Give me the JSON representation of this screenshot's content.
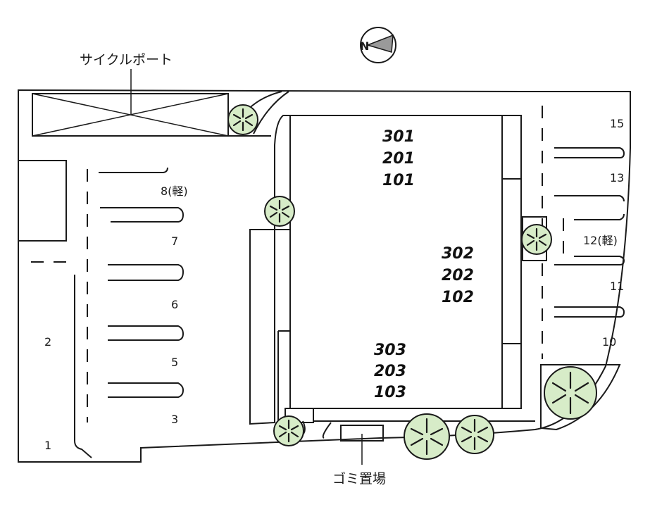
{
  "labels": {
    "cycle_port": "サイクルポート",
    "garbage_area": "ゴミ置場",
    "compass": "N"
  },
  "units": {
    "block_1": [
      "301",
      "201",
      "101"
    ],
    "block_2": [
      "302",
      "202",
      "102"
    ],
    "block_3": [
      "303",
      "203",
      "103"
    ]
  },
  "parking": {
    "left": [
      "8(軽)",
      "7",
      "6",
      "5",
      "3",
      "2",
      "1"
    ],
    "right": [
      "15",
      "13",
      "12(軽)",
      "11",
      "10"
    ]
  },
  "colors": {
    "tree_fill": "#d7ecc8",
    "line": "#1a1a1a"
  }
}
